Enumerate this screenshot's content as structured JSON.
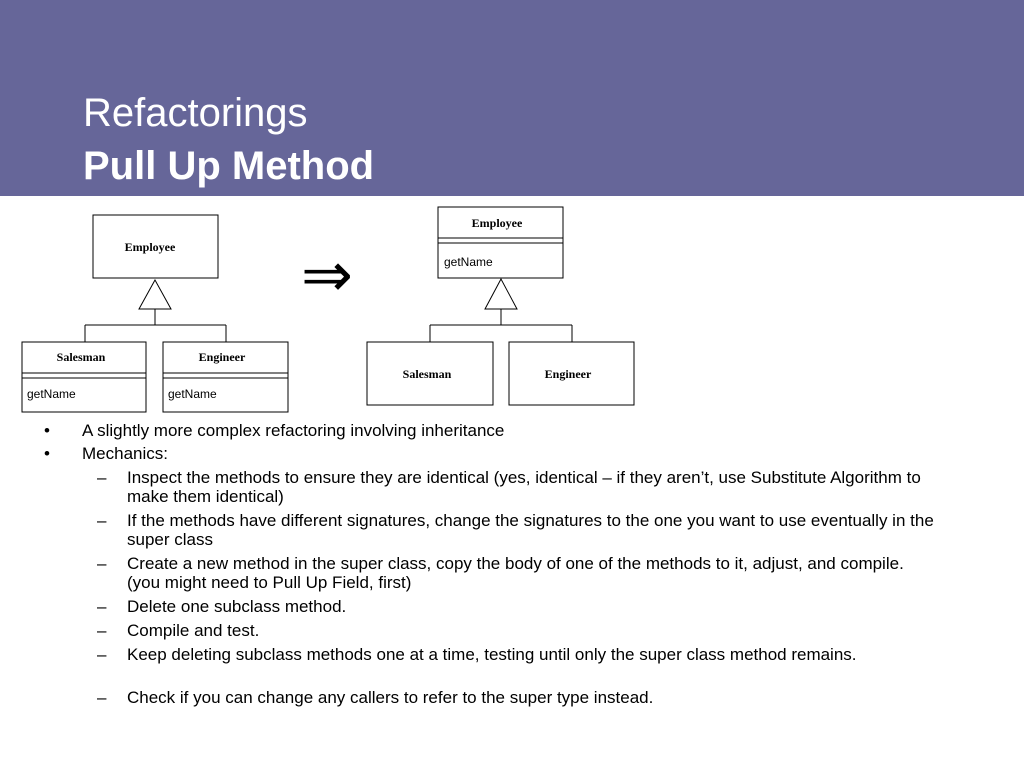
{
  "header": {
    "title": "Refactorings",
    "subtitle": "Pull Up Method",
    "background": "#666699"
  },
  "diagram": {
    "before": {
      "superclass": "Employee",
      "subclasses": [
        {
          "name": "Salesman",
          "method": "getName"
        },
        {
          "name": "Engineer",
          "method": "getName"
        }
      ]
    },
    "arrow": "⇒",
    "after": {
      "superclass": "Employee",
      "superclass_method": "getName",
      "subclasses": [
        {
          "name": "Salesman"
        },
        {
          "name": "Engineer"
        }
      ]
    }
  },
  "bullets": {
    "marker": "•",
    "sub_marker": "–",
    "items": [
      "A slightly more complex refactoring involving inheritance",
      "Mechanics:"
    ],
    "mechanics": [
      "Inspect the methods to ensure they are identical (yes, identical – if they aren’t, use Substitute Algorithm to make them identical)",
      "If the methods have different signatures, change the signatures to the one you want to use eventually in the super class",
      "Create a new method in the super class, copy the body of one of the methods to it, adjust, and compile. (you might need to Pull Up Field, first)",
      "Delete one subclass method.",
      "Compile and test.",
      "Keep deleting subclass methods one at a time, testing until only the super class method remains.",
      "Check if you can change any callers to refer to the super type instead."
    ]
  }
}
